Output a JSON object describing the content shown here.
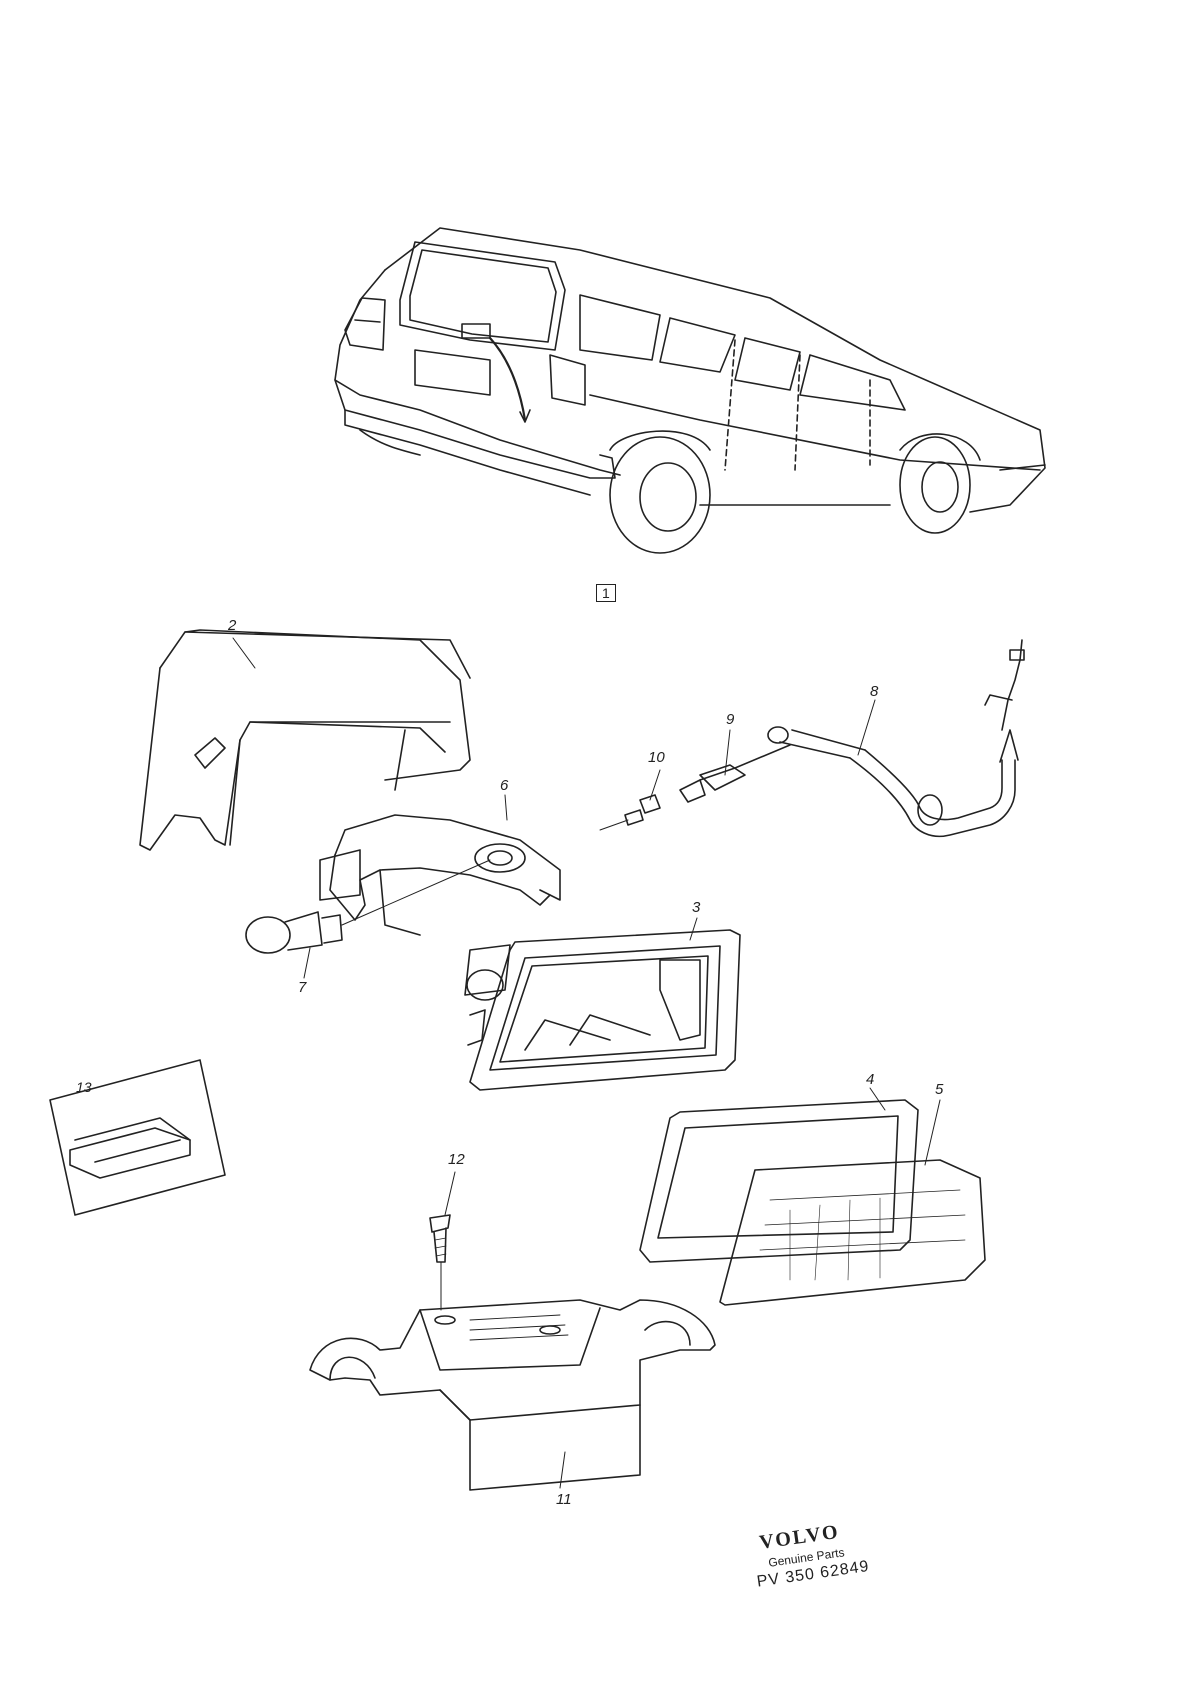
{
  "diagram": {
    "callouts": {
      "c1": "1",
      "c2": "2",
      "c3": "3",
      "c4": "4",
      "c5": "5",
      "c6": "6",
      "c7": "7",
      "c8": "8",
      "c9": "9",
      "c10": "10",
      "c11": "11",
      "c12": "12",
      "c13": "13"
    }
  },
  "stamp": {
    "brand": "VOLVO",
    "subtitle": "Genuine Parts",
    "part_number": "PV  350 62849"
  }
}
